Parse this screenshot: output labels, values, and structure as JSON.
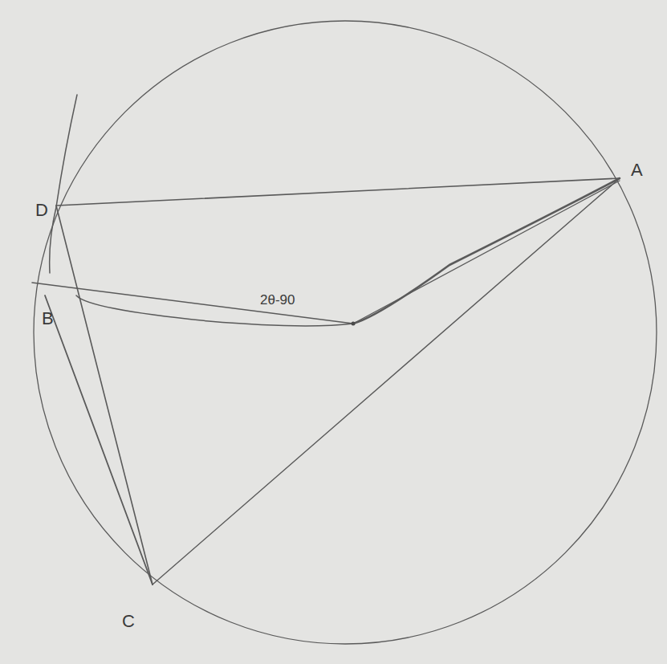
{
  "diagram": {
    "labels": [
      "D",
      "A",
      "B",
      "C",
      "2θ-90"
    ]
  }
}
